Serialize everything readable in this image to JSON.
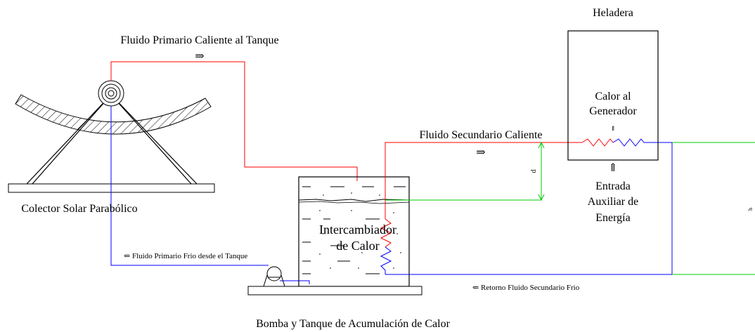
{
  "labels": {
    "heladera": "Heladera",
    "fluido_primario_caliente": "Fluido Primario Caliente al Tanque",
    "arrow_right_top": "⇒",
    "calor_al": "Calor al",
    "generador": "Generador",
    "small_up_arrow": "⇑",
    "fluido_secundario_caliente": "Fluido Secundario Caliente",
    "arrow_right_mid": "⇒",
    "up_arrow_entrada": "⇑",
    "d_label": "d",
    "entrada": "Entrada",
    "auxiliar_de": "Auxiliar de",
    "energia": "Energía",
    "colector_solar": "Colector Solar Parabólico",
    "intercambiador": "Intercambiador",
    "de_calor": "de Calor",
    "fluido_primario_frio": "⇐  Fluido Primario Frio desde el Tanque",
    "retorno_fluido": "⇐  Retorno Fluido Secundario Frio",
    "bomba_tanque": "Bomba y Tanque de Acumulación de Calor",
    "h_label": "h"
  },
  "colors": {
    "hot": "#ff0000",
    "cold": "#0000ff",
    "level": "#00cc00",
    "line": "#000000"
  }
}
